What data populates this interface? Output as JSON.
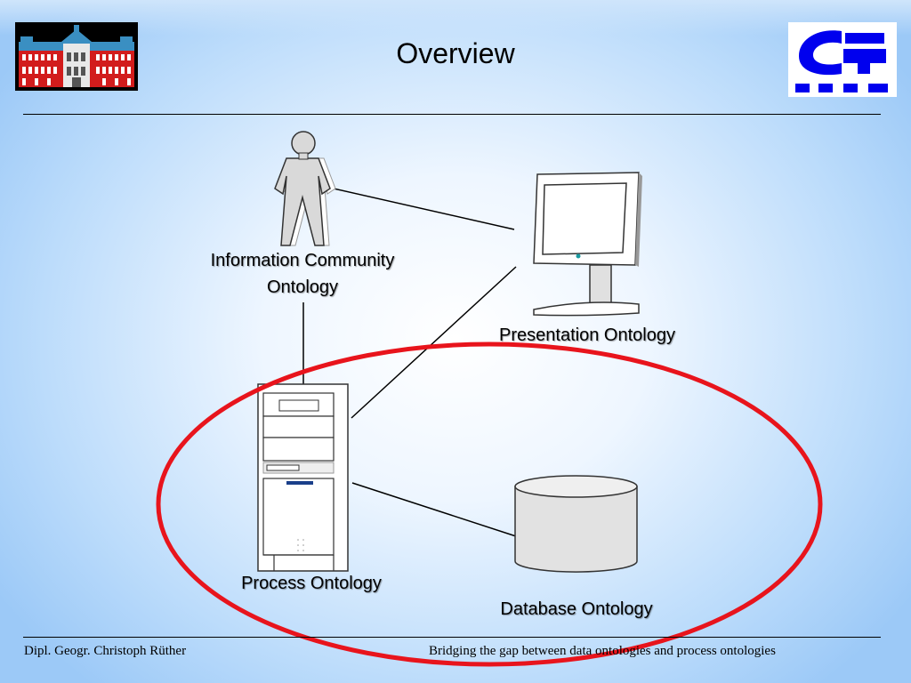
{
  "slide": {
    "title": "Overview",
    "footer_left": "Dipl. Geogr. Christoph Rüther",
    "footer_right": "Bridging the gap between data ontologies and process ontologies"
  },
  "diagram": {
    "nodes": [
      {
        "id": "information-community",
        "label_line1": "Information Community",
        "label_line2": "Ontology",
        "icon": "person-icon"
      },
      {
        "id": "presentation",
        "label": "Presentation Ontology",
        "icon": "monitor-icon"
      },
      {
        "id": "process",
        "label": "Process Ontology",
        "icon": "server-tower-icon"
      },
      {
        "id": "database",
        "label": "Database Ontology",
        "icon": "database-cylinder-icon"
      }
    ],
    "edges": [
      {
        "from": "information-community",
        "to": "presentation"
      },
      {
        "from": "information-community",
        "to": "process"
      },
      {
        "from": "process",
        "to": "presentation"
      },
      {
        "from": "process",
        "to": "database"
      }
    ],
    "highlight_color": "#e8141c"
  },
  "logos": {
    "left_icon": "palace-building-logo",
    "right_icon": "ifgi-logo",
    "right_logo_color": "#0000ee"
  }
}
